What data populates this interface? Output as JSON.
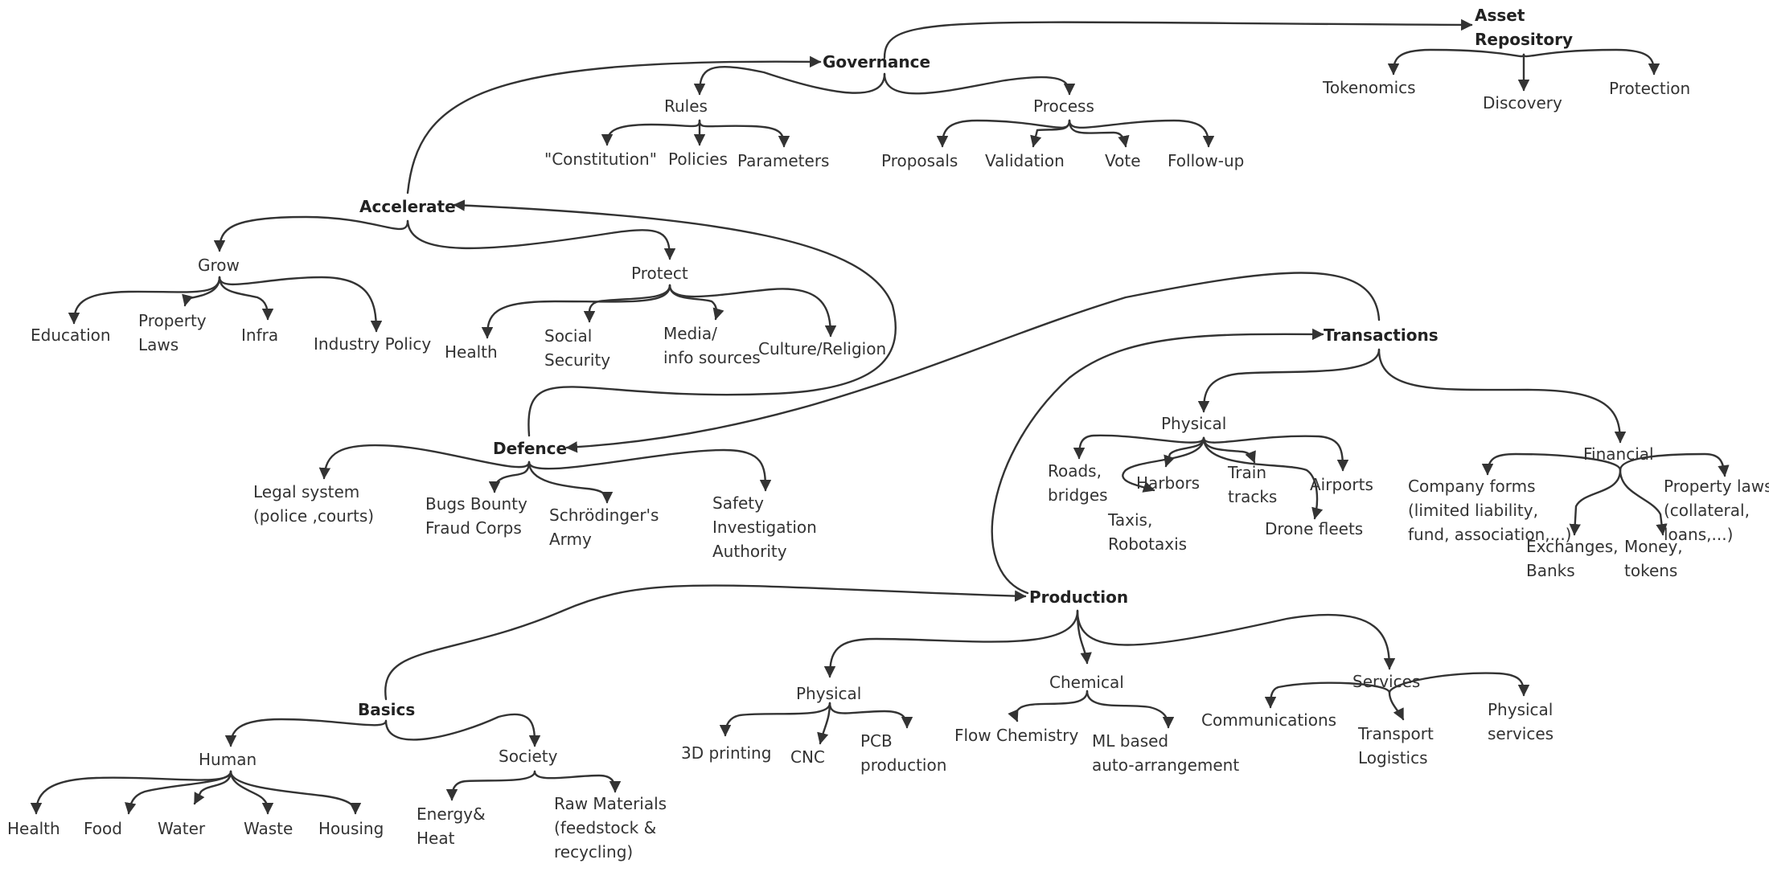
{
  "colors": {
    "line": "#333333",
    "text": "#333333",
    "background": "#ffffff"
  },
  "nodes": {
    "governance": "Governance",
    "asset_repository": "Asset\nRepository",
    "rules": "Rules",
    "process": "Process",
    "tokenomics": "Tokenomics",
    "discovery": "Discovery",
    "protection": "Protection",
    "constitution": "\"Constitution\"",
    "policies": "Policies",
    "parameters": "Parameters",
    "proposals": "Proposals",
    "validation": "Validation",
    "vote": "Vote",
    "follow_up": "Follow-up",
    "accelerate": "Accelerate",
    "grow": "Grow",
    "protect": "Protect",
    "education": "Education",
    "property_laws": "Property\nLaws",
    "infra": "Infra",
    "industry_policy": "Industry Policy",
    "health_protect": "Health",
    "social_security": "Social\nSecurity",
    "media": "Media/\ninfo sources",
    "culture_religion": "Culture/Religion",
    "transactions": "Transactions",
    "physical_tx": "Physical",
    "financial": "Financial",
    "roads_bridges": "Roads,\nbridges",
    "harbors": "Harbors",
    "train_tracks": "Train\ntracks",
    "airports": "Airports",
    "taxis": "Taxis,\nRobotaxis",
    "drone_fleets": "Drone fleets",
    "company_forms": "Company forms\n(limited liability,\nfund, association,...)",
    "property_laws_fin": "Property laws\n(collateral,\nloans,...)",
    "exchanges_banks": "Exchanges,\nBanks",
    "money_tokens": "Money,\ntokens",
    "defence": "Defence",
    "legal_system": "Legal system\n(police ,courts)",
    "bugs_bounty": "Bugs Bounty\nFraud Corps",
    "schrodinger": "Schrödinger's\nArmy",
    "safety": "Safety\nInvestigation\nAuthority",
    "production": "Production",
    "physical_prod": "Physical",
    "chemical": "Chemical",
    "services": "Services",
    "printing_3d": "3D printing",
    "cnc": "CNC",
    "pcb": "PCB\nproduction",
    "flow_chemistry": "Flow Chemistry",
    "ml_based": "ML based\nauto-arrangement",
    "communications": "Communications",
    "transport_logistics": "Transport\nLogistics",
    "physical_services": "Physical\nservices",
    "basics": "Basics",
    "human": "Human",
    "society": "Society",
    "health_human": "Health",
    "food": "Food",
    "water": "Water",
    "waste": "Waste",
    "housing": "Housing",
    "energy_heat": "Energy&\nHeat",
    "raw_materials": "Raw Materials\n(feedstock &\nrecycling)"
  }
}
